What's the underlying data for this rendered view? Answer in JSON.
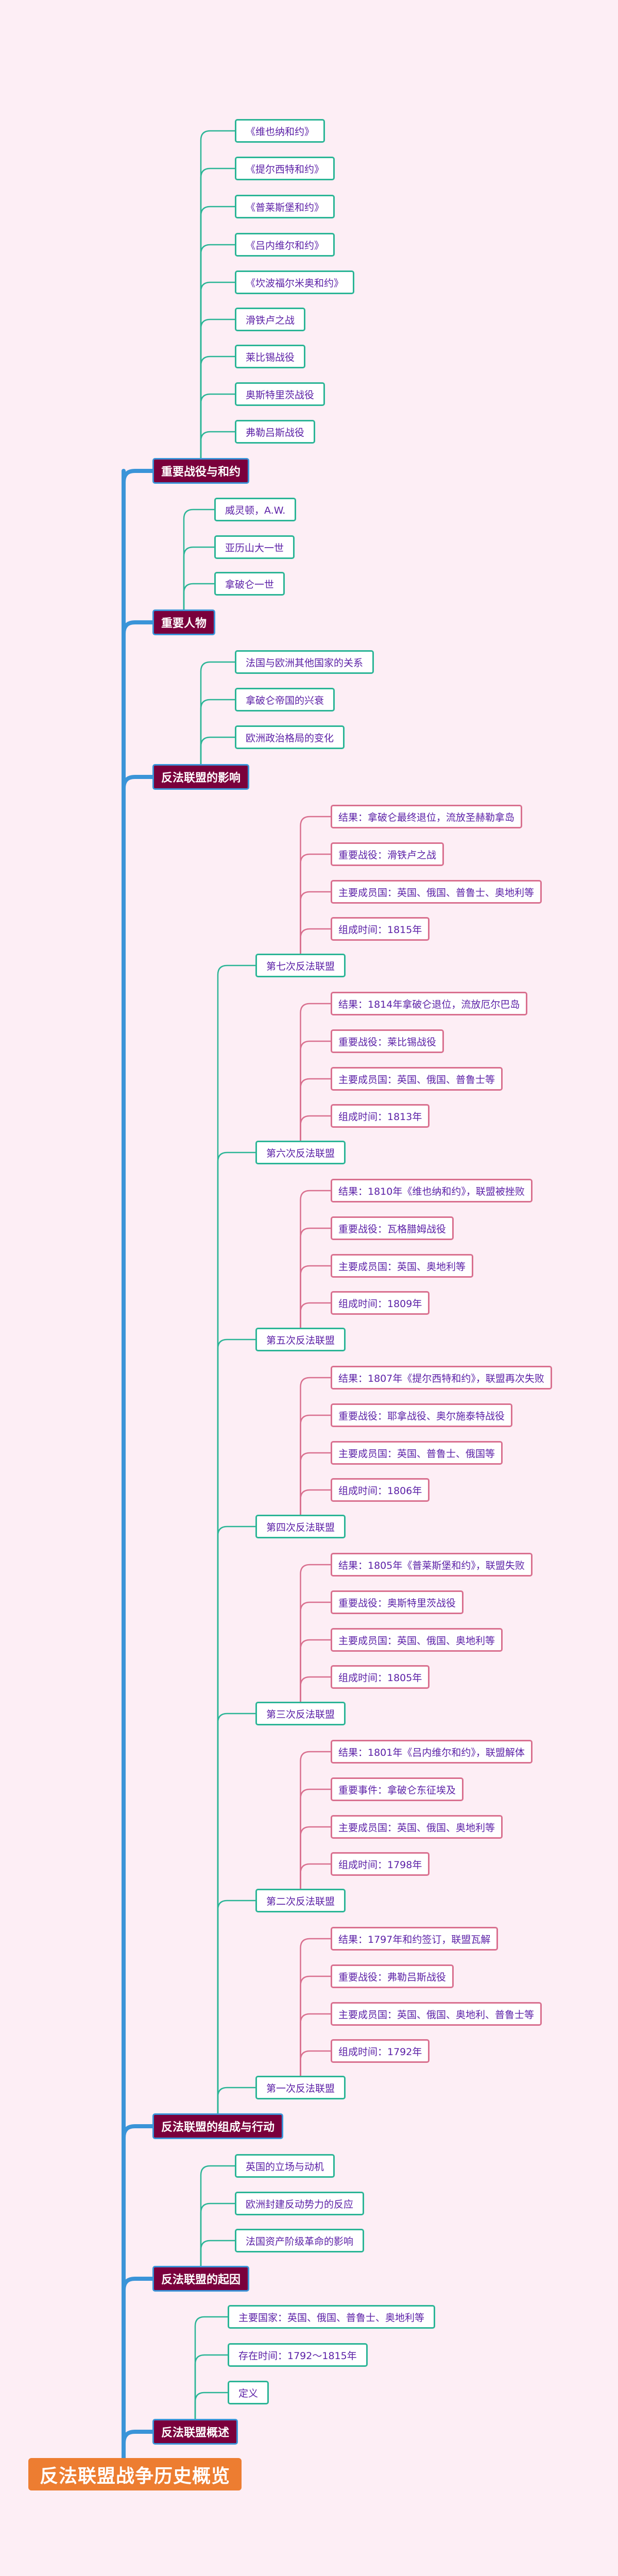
{
  "root": {
    "title": "反法联盟战争历史概览"
  },
  "branches": [
    {
      "title": "重要战役与和约",
      "children": [
        "《维也纳和约》",
        "《提尔西特和约》",
        "《普莱斯堡和约》",
        "《吕内维尔和约》",
        "《坎波福尔米奥和约》",
        "滑铁卢之战",
        "莱比锡战役",
        "奥斯特里茨战役",
        "弗勒吕斯战役"
      ]
    },
    {
      "title": "重要人物",
      "children": [
        "威灵顿，A.W.",
        "亚历山大一世",
        "拿破仑一世"
      ]
    },
    {
      "title": "反法联盟的影响",
      "children": [
        "法国与欧洲其他国家的关系",
        "拿破仑帝国的兴衰",
        "欧洲政治格局的变化"
      ]
    },
    {
      "title": "反法联盟的组成与行动",
      "coalitions": [
        {
          "title": "第七次反法联盟",
          "details": [
            "结果：拿破仑最终退位，流放圣赫勒拿岛",
            "重要战役：滑铁卢之战",
            "主要成员国：英国、俄国、普鲁士、奥地利等",
            "组成时间：1815年"
          ]
        },
        {
          "title": "第六次反法联盟",
          "details": [
            "结果：1814年拿破仑退位，流放厄尔巴岛",
            "重要战役：莱比锡战役",
            "主要成员国：英国、俄国、普鲁士等",
            "组成时间：1813年"
          ]
        },
        {
          "title": "第五次反法联盟",
          "details": [
            "结果：1810年《维也纳和约》，联盟被挫败",
            "重要战役：瓦格腊姆战役",
            "主要成员国：英国、奥地利等",
            "组成时间：1809年"
          ]
        },
        {
          "title": "第四次反法联盟",
          "details": [
            "结果：1807年《提尔西特和约》，联盟再次失败",
            "重要战役：耶拿战役、奥尔施泰特战役",
            "主要成员国：英国、普鲁士、俄国等",
            "组成时间：1806年"
          ]
        },
        {
          "title": "第三次反法联盟",
          "details": [
            "结果：1805年《普莱斯堡和约》，联盟失败",
            "重要战役：奥斯特里茨战役",
            "主要成员国：英国、俄国、奥地利等",
            "组成时间：1805年"
          ]
        },
        {
          "title": "第二次反法联盟",
          "details": [
            "结果：1801年《吕内维尔和约》，联盟解体",
            "重要事件：拿破仑东征埃及",
            "主要成员国：英国、俄国、奥地利等",
            "组成时间：1798年"
          ]
        },
        {
          "title": "第一次反法联盟",
          "details": [
            "结果：1797年和约签订，联盟瓦解",
            "重要战役：弗勒吕斯战役",
            "主要成员国：英国、俄国、奥地利、普鲁士等",
            "组成时间：1792年"
          ]
        }
      ]
    },
    {
      "title": "反法联盟的起因",
      "children": [
        "英国的立场与动机",
        "欧洲封建反动势力的反应",
        "法国资产阶级革命的影响"
      ]
    },
    {
      "title": "反法联盟概述",
      "children": [
        "主要国家：英国、俄国、普鲁士、奥地利等",
        "存在时间：1792～1815年",
        "定义"
      ]
    }
  ],
  "colors": {
    "background": "#FDEEF5",
    "root": "#ED7D31",
    "trunk": "#3A94D8",
    "branch_fill": "#7A003C",
    "teal_border": "#2BB596",
    "pink_border": "#D9708F",
    "leaf_text": "#5B1FA6"
  }
}
